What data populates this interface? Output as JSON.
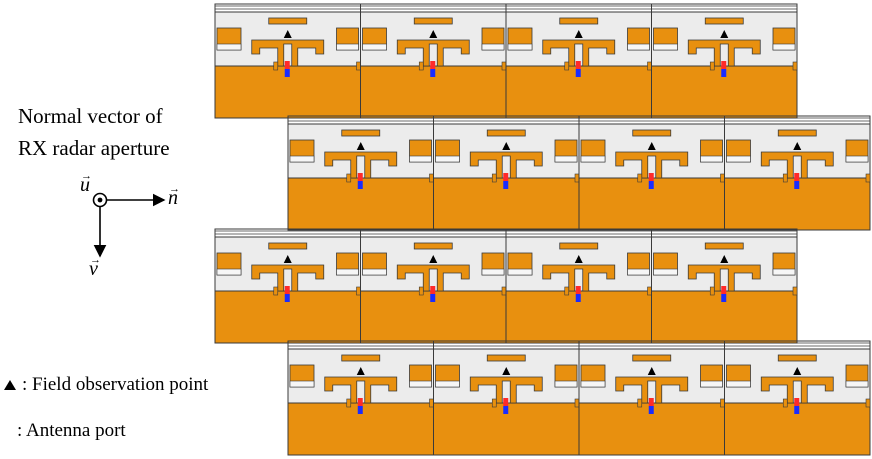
{
  "title": {
    "line1": "Normal vector of",
    "line2": "RX radar aperture"
  },
  "axes": {
    "u_label": "u",
    "n_label": "n",
    "v_label": "v"
  },
  "legend": {
    "observation_label": ": Field observation point",
    "port_label": ": Antenna port"
  },
  "colors": {
    "substrate": "#e8900f",
    "cavity": "#ececec",
    "outline": "#3a3a3a",
    "port_top": "#ff2a2a",
    "port_bottom": "#1a2cff",
    "marker": "#000000"
  },
  "array": {
    "rows": 4,
    "cells_per_row": 4
  }
}
